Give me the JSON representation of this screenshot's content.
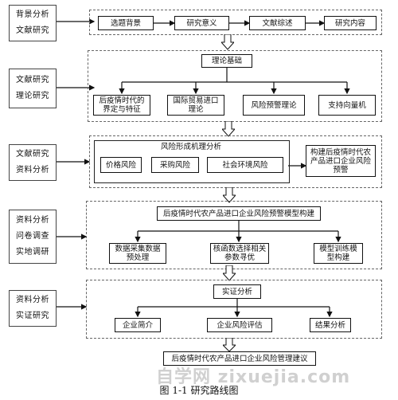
{
  "left_labels": [
    [
      "背景分析",
      "文献研究"
    ],
    [
      "文献研究",
      "理论研究"
    ],
    [
      "文献研究",
      "资料分析"
    ],
    [
      "资料分析",
      "问卷调查",
      "实地调研"
    ],
    [
      "资料分析",
      "实证研究"
    ]
  ],
  "row1": [
    "选题背景",
    "研究意义",
    "文献综述",
    "研究内容"
  ],
  "row2": {
    "title": "理论基础",
    "items": [
      "后疫情时代的界定与特征",
      "国际贸易进口理论",
      "风险预警理论",
      "支持向量机"
    ]
  },
  "row3": {
    "group_title": "风险形成机理分析",
    "items": [
      "价格风险",
      "采购风险",
      "社会环境风险"
    ],
    "right": "构建后疫情时代农产品进口企业风险预警"
  },
  "row4": {
    "title": "后疫情时代农产品进口企业风险预警模型构建",
    "items": [
      "数据采集数据预处理",
      "核函数选择相关参数寻优",
      "模型训练模型构建"
    ]
  },
  "row5": {
    "title": "实证分析",
    "items": [
      "企业简介",
      "企业风险评估",
      "结果分析"
    ]
  },
  "final": "后疫情时代农产品进口企业风险管理建议",
  "caption": "图 1-1  研究路线图",
  "watermark": "自学网 zixuejia.com"
}
